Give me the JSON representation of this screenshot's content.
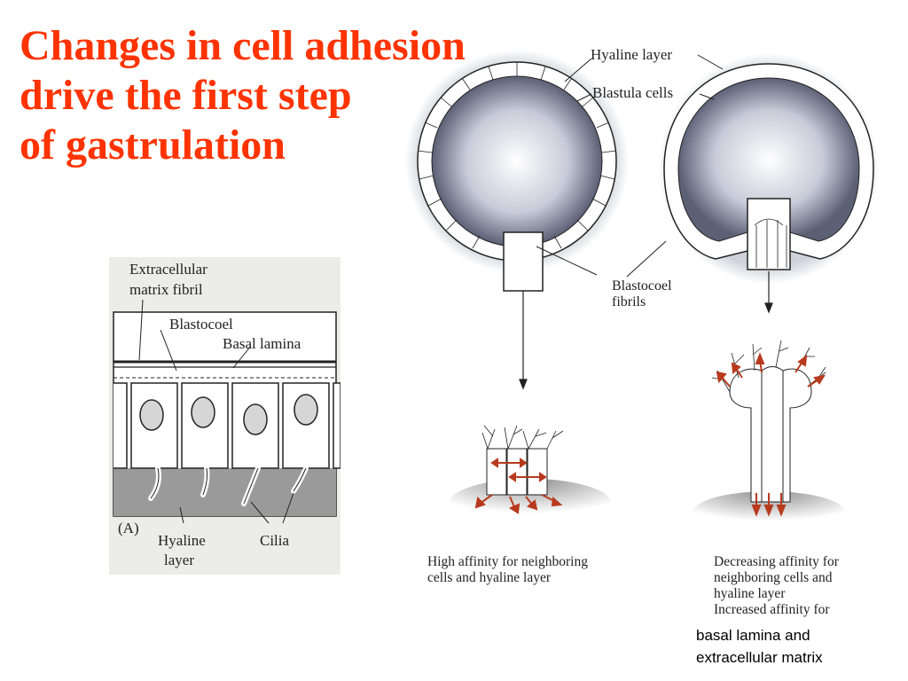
{
  "title_lines": [
    "Changes in cell adhesion",
    "drive the first step",
    "of gastrulation"
  ],
  "inset": {
    "ecm_label_1": "Extracellular",
    "ecm_label_2": "matrix fibril",
    "blastocoel": "Blastocoel",
    "basal_lamina": "Basal lamina",
    "panel_letter": "(A)",
    "hyaline_1": "Hyaline",
    "hyaline_2": "layer",
    "cilia": "Cilia"
  },
  "diagram": {
    "hyaline_layer": "Hyaline layer",
    "blastula_cells": "Blastula cells",
    "blastocoel_fibrils_1": "Blastocoel",
    "blastocoel_fibrils_2": "fibrils"
  },
  "captions": {
    "left": [
      "High affinity for neighboring",
      "cells and hyaline layer"
    ],
    "right": [
      "Decreasing affinity for",
      "neighboring cells and",
      "hyaline layer",
      "Increased affinity for"
    ]
  },
  "note": [
    "basal lamina and",
    "extracellular matrix"
  ],
  "colors": {
    "title": "#ff3300",
    "arrows": "#b83a1e"
  }
}
